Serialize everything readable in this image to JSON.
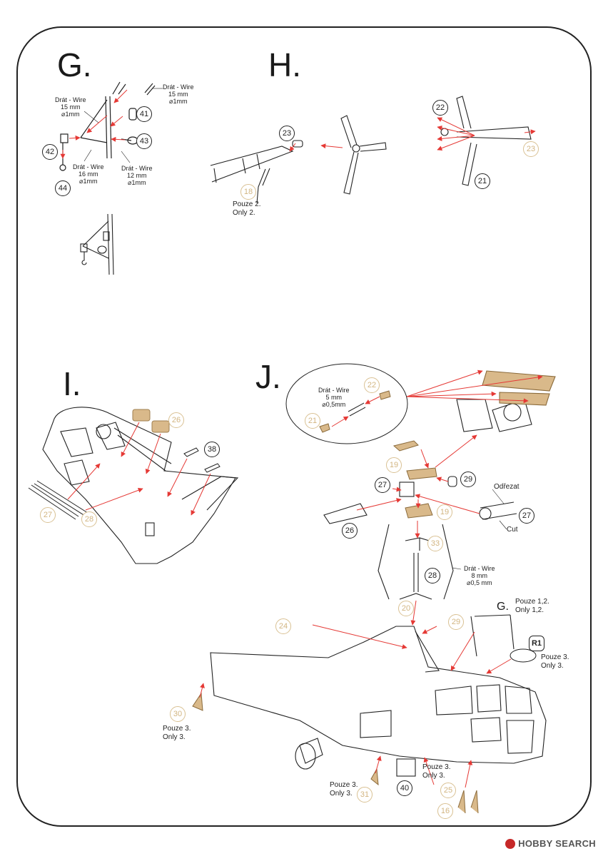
{
  "steps": {
    "g": "G.",
    "h": "H.",
    "i": "I.",
    "j": "J."
  },
  "labels": {
    "g_wire_top": [
      "Drát - Wire",
      "15 mm",
      "⌀1mm"
    ],
    "g_wire_left": [
      "Drát - Wire",
      "15 mm",
      "⌀1mm"
    ],
    "g_wire_bottom_left": [
      "Drát - Wire",
      "16 mm",
      "⌀1mm"
    ],
    "g_wire_bottom_right": [
      "Drát - Wire",
      "12 mm",
      "⌀1mm"
    ],
    "h_only2": [
      "Pouze 2.",
      "Only 2."
    ],
    "j_wire_inset": [
      "Drát - Wire",
      "5 mm",
      "⌀0,5mm"
    ],
    "j_cut_top": "Odřezat",
    "j_cut_bottom": "Cut",
    "j_wire_rod": [
      "Drát - Wire",
      "8 mm",
      "⌀0,5 mm"
    ],
    "j_g_ref": "G.",
    "j_only12": [
      "Pouze 1,2.",
      "Only 1,2."
    ],
    "j_r1_note": [
      "Pouze 3.",
      "Only 3."
    ],
    "j_30_note": [
      "Pouze 3.",
      "Only 3."
    ],
    "j_31_note": [
      "Pouze 3.",
      "Only 3."
    ],
    "j_40_note": [
      "Pouze 3.",
      "Only 3."
    ]
  },
  "parts": {
    "g41": "41",
    "g43": "43",
    "g42": "42",
    "g44": "44",
    "h23a": "23",
    "h18": "18",
    "h22": "22",
    "h23b": "23",
    "h21": "21",
    "i26": "26",
    "i38": "38",
    "i27": "27",
    "i28": "28",
    "j22": "22",
    "j21": "21",
    "j19a": "19",
    "j29a": "29",
    "j27a": "27",
    "j27b": "27",
    "j19b": "19",
    "j26": "26",
    "j33": "33",
    "j28": "28",
    "j20": "20",
    "j24": "24",
    "j29b": "29",
    "jR1": "R1",
    "j30": "30",
    "j31": "31",
    "j40": "40",
    "j25": "25",
    "j16": "16"
  },
  "watermark": "HOBBY SEARCH",
  "colors": {
    "arrow": "#e53935",
    "photoetch": "#d2b581",
    "resin_fill": "#d9b98a",
    "line": "#222222"
  }
}
